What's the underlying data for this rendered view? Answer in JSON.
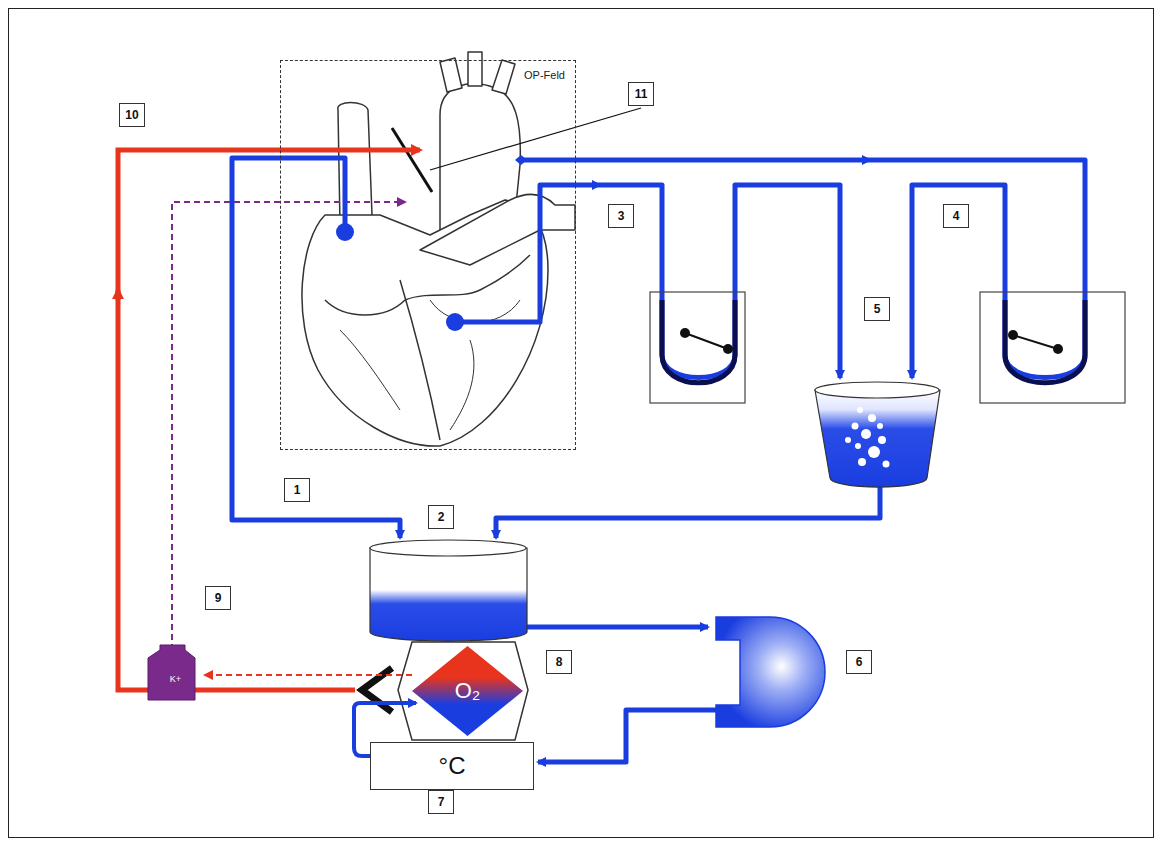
{
  "diagram": {
    "nodes": [
      {
        "text": [
          "OP-Feld"
        ]
      },
      {
        "text": [
          "O₂"
        ]
      },
      {
        "text": [
          "°C"
        ]
      },
      {
        "text": [
          "K+"
        ]
      }
    ],
    "edges": [
      {
        "from": 2,
        "to": 1,
        "arrow": "to"
      },
      {
        "from": 1,
        "to": 3,
        "arrow": "to"
      }
    ],
    "labels": [
      "10",
      "11",
      "3",
      "4",
      "5",
      "1",
      "2",
      "9",
      "8",
      "6",
      "7"
    ]
  }
}
